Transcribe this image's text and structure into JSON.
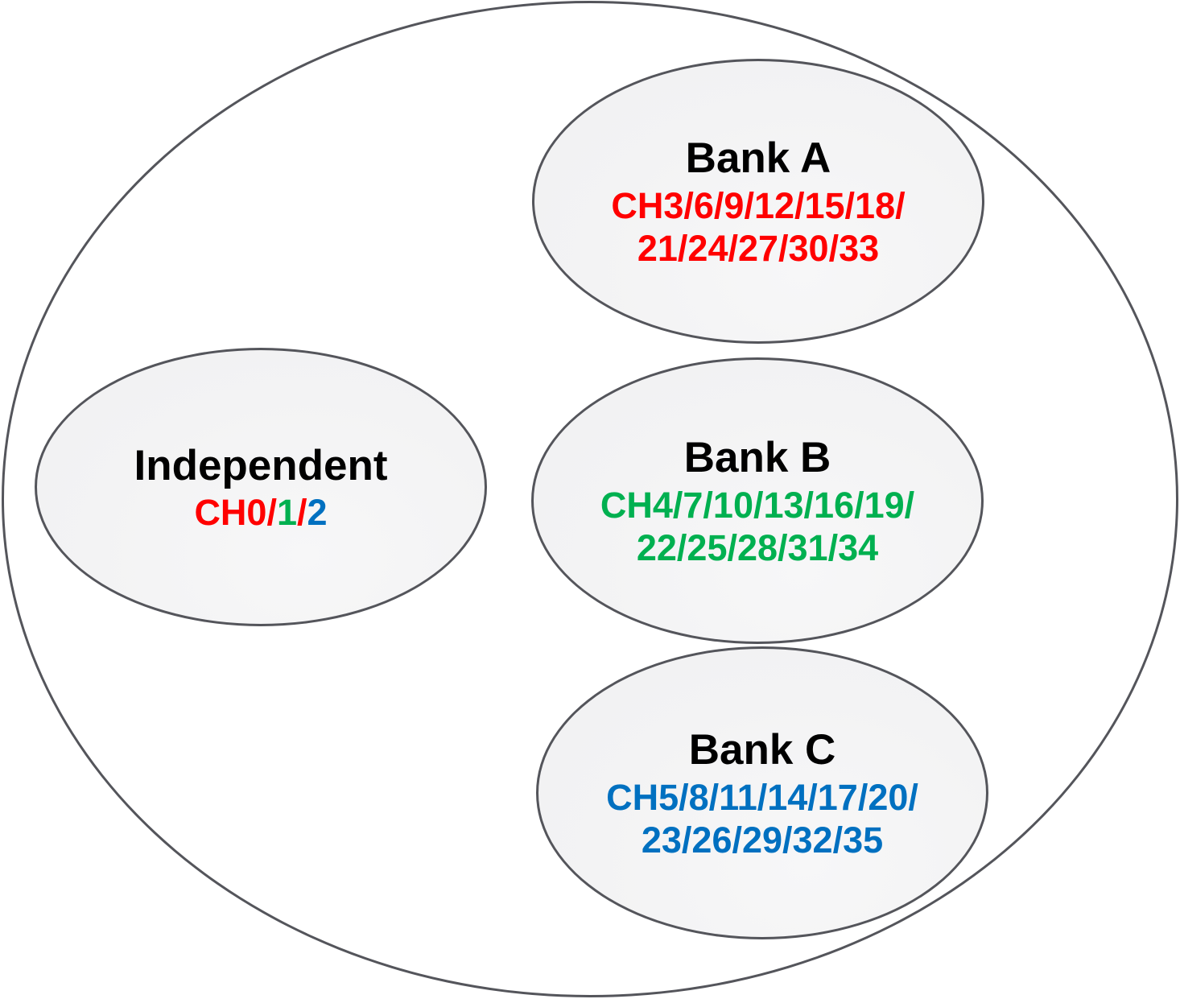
{
  "diagram": {
    "background_color": "#FFFFFF",
    "outline_color": "#54555B",
    "group_fill_color": "#F3F3F4",
    "groups": {
      "bank_a": {
        "title": "Bank A",
        "channels_color": "#FF0000",
        "channel_lines": [
          "CH3/6/9/12/15/18/",
          "21/24/27/30/33"
        ]
      },
      "independent": {
        "title": "Independent",
        "channel_segments": [
          {
            "text": "CH0/",
            "color": "#FF0000"
          },
          {
            "text": "1",
            "color": "#00B050"
          },
          {
            "text": "/",
            "color": "#FF0000"
          },
          {
            "text": "2",
            "color": "#0070C0"
          }
        ]
      },
      "bank_b": {
        "title": "Bank B",
        "channels_color": "#00B050",
        "channel_lines": [
          "CH4/7/10/13/16/19/",
          "22/25/28/31/34"
        ]
      },
      "bank_c": {
        "title": "Bank C",
        "channels_color": "#0070C0",
        "channel_lines": [
          "CH5/8/11/14/17/20/",
          "23/26/29/32/35"
        ]
      }
    }
  }
}
